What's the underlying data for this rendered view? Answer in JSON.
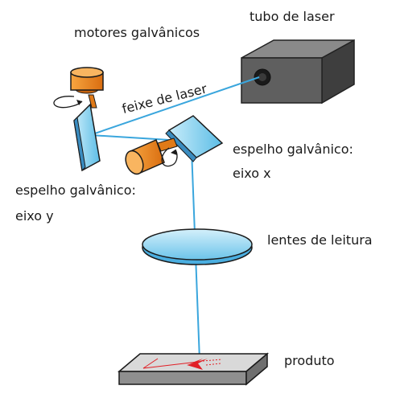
{
  "labels": {
    "motors": "motores galvânicos",
    "laser_tube": "tubo de laser",
    "beam": "feixe de laser",
    "mirror_x": [
      "espelho galvânico:",
      "eixo x"
    ],
    "mirror_y": [
      "espelho galvânico:",
      "eixo y"
    ],
    "lens": "lentes de leitura",
    "product": "produto"
  },
  "colors": {
    "beam": "#3aa6dd",
    "motor": "#f28a1e",
    "mirror": "#7fd0ef",
    "box": "#5c5c5c",
    "lens": "#9fdcf3",
    "product_top": "#d9d9d9",
    "mark": "#e11f26"
  }
}
